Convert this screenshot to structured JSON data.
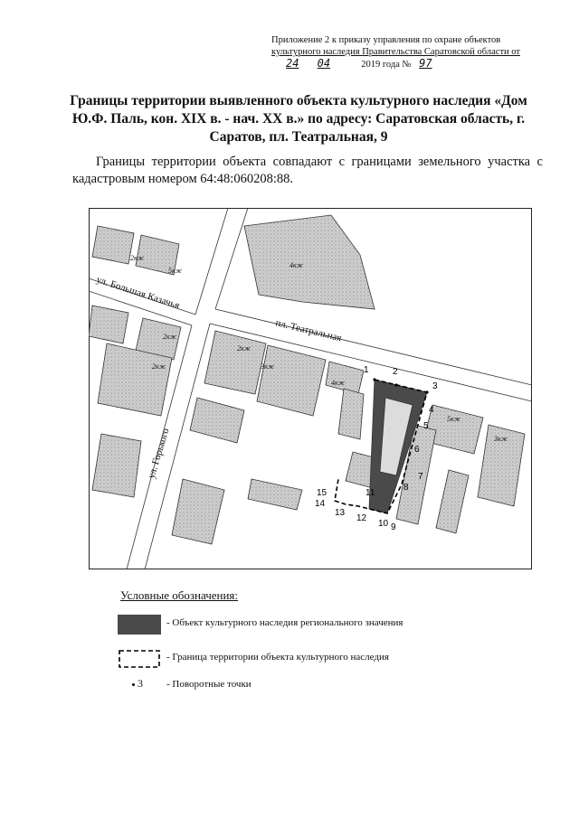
{
  "appendix": {
    "line1": "Приложение 2 к приказу управления по охране объектов",
    "line2": "культурного наследия Правительства Саратовской области от",
    "date_day": "24",
    "date_month": "04",
    "year_text": "2019 года №",
    "number": "97"
  },
  "title": "Границы территории выявленного объекта культурного наследия «Дом Ю.Ф. Паль, кон. XIX в. - нач. XX в.» по адресу: Саратовская область, г. Саратов, пл. Театральная, 9",
  "paragraph": "Границы территории объекта совпадают с границами земельного участка с кадастровым номером 64:48:060208:88.",
  "map": {
    "streets": {
      "bolshaya_kazachya": "ул. Большая Казачья",
      "teatralnaya": "пл. Театральная",
      "gorkogo": "ул. Горького"
    },
    "floors": [
      "2кж",
      "5кж",
      "4кж",
      "2кж",
      "2кж",
      "2кж",
      "3кж",
      "4кж",
      "5кж",
      "3кж"
    ],
    "points": [
      "1",
      "2",
      "3",
      "4",
      "5",
      "6",
      "7",
      "8",
      "9",
      "10",
      "11",
      "12",
      "13",
      "14",
      "15"
    ]
  },
  "legend": {
    "title": "Условные обозначения:",
    "items": [
      {
        "text": "- Объект культурного наследия регионального значения"
      },
      {
        "text": "- Граница территории объекта культурного наследия"
      },
      {
        "text": "- Поворотные точки",
        "sample": "3"
      }
    ]
  },
  "colors": {
    "heritage_fill": "#4a4a4a",
    "building_fill": "#c8c8c8",
    "ink": "#111111"
  }
}
